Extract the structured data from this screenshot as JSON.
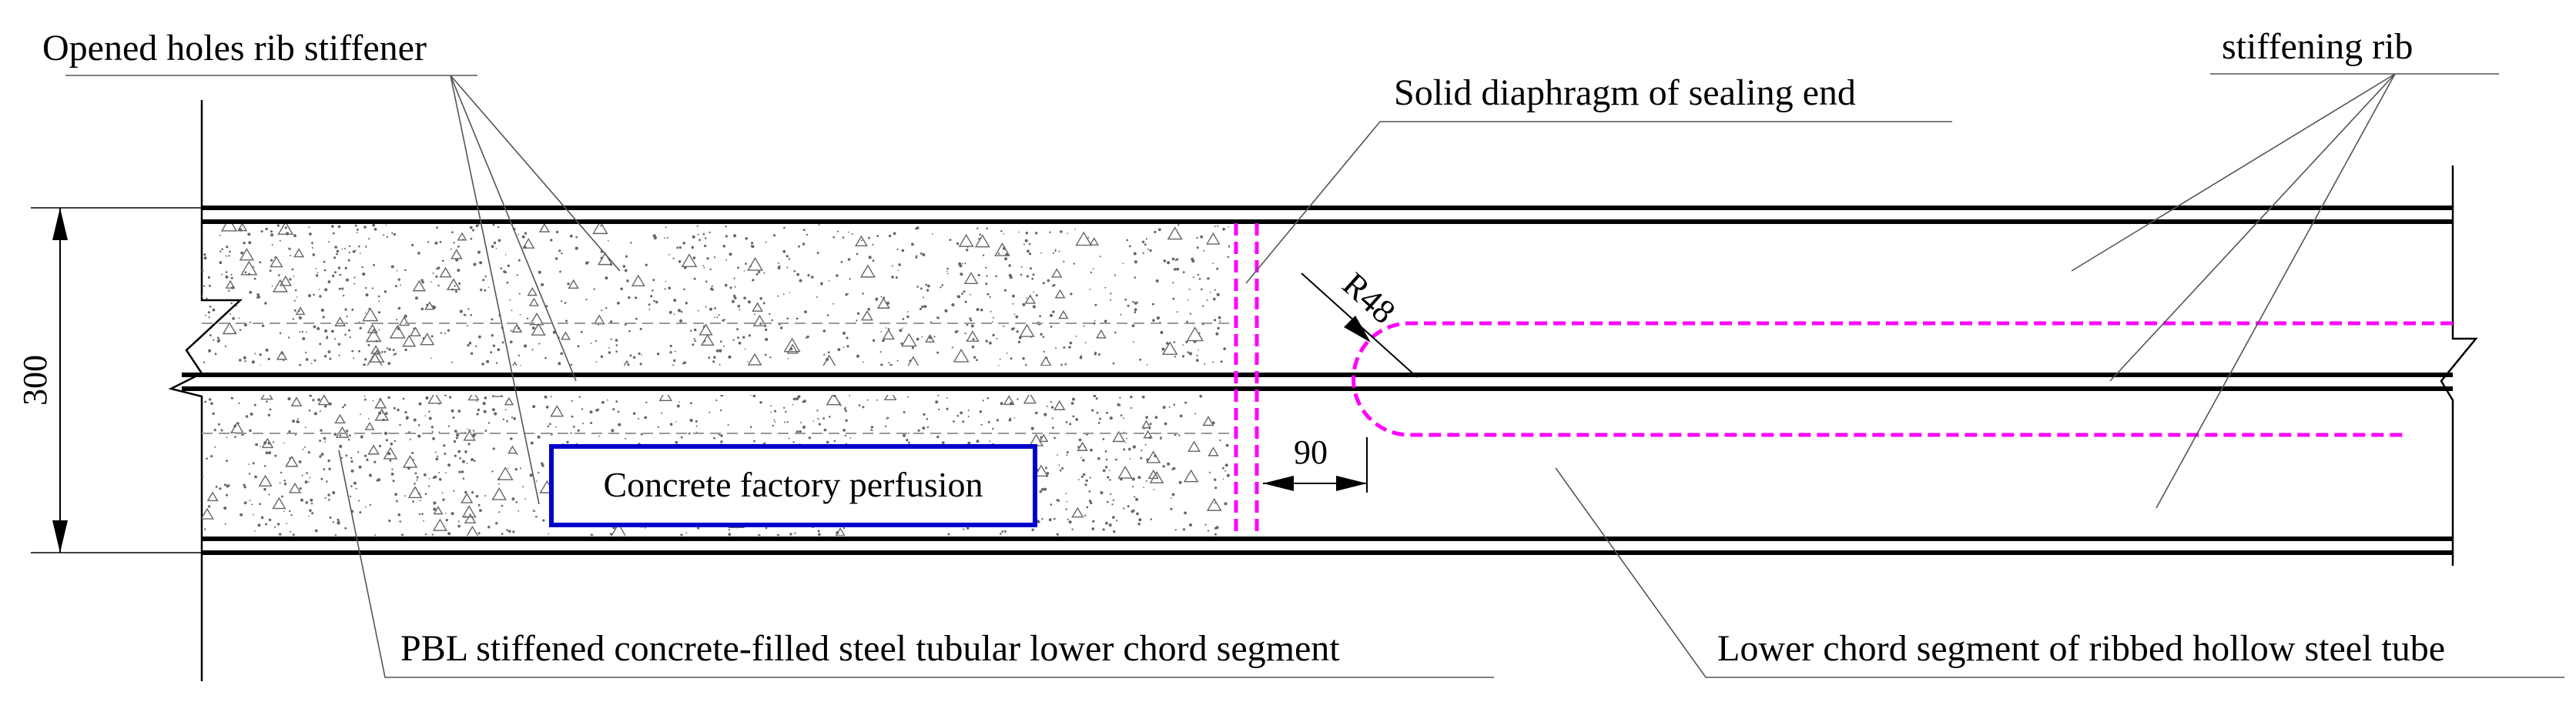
{
  "labels": {
    "opened_holes": "Opened holes rib stiffener",
    "solid_diaphragm": "Solid diaphragm of sealing end",
    "stiffening_rib": "stiffening rib",
    "concrete_perfusion": "Concrete factory perfusion",
    "pbl_segment": "PBL stiffened concrete-filled steel tubular lower chord segment",
    "ribbed_hollow_segment": "Lower chord segment of ribbed hollow steel tube"
  },
  "dimensions": {
    "height": "300",
    "gap": "90",
    "radius": "R48"
  },
  "colors": {
    "line": "#000000",
    "diaphragm": "#ff00ff",
    "leader": "#555555",
    "centerline": "#999999",
    "callout_box": "#0000cc",
    "aggregate": "#666666"
  }
}
